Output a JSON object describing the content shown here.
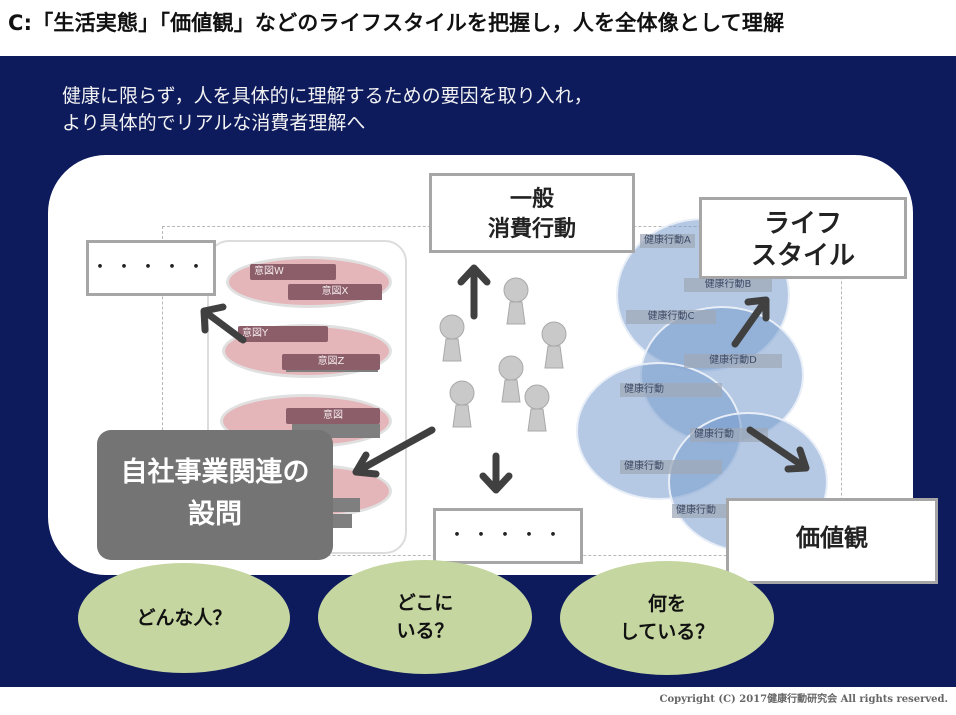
{
  "header": {
    "title": "C:「生活実態」「価値観」などのライフスタイルを把握し，人を全体像として理解"
  },
  "subtitle": {
    "line1": "健康に限らず，人を具体的に理解するための要因を取り入れ，",
    "line2": "より具体的でリアルな消費者理解へ"
  },
  "boxes": {
    "left_dots": "・・・・・",
    "general": "一般\n消費行動",
    "lifestyle": "ライフ\nスタイル",
    "bottom_dots": "・・・・・",
    "values": "価値観"
  },
  "intent_tags": [
    "意図W",
    "意図X",
    "意図Y",
    "意図Z",
    "意図"
  ],
  "company_question": {
    "line1": "自社事業関連の",
    "line2": "設問"
  },
  "health_tags": [
    "健康行動A",
    "健康行動B",
    "健康行動C",
    "健康行動D",
    "健康行動",
    "健康行動",
    "健康行動",
    "健康行動"
  ],
  "questions": [
    {
      "text": "どんな人？"
    },
    {
      "text": "どこに\nいる？"
    },
    {
      "text": "何を\nしている？"
    }
  ],
  "footer": {
    "copyright": "Copyright (C) 2017健康行動研究会 All rights reserved."
  },
  "colors": {
    "navy": "#0d1a5c",
    "intent_ellipse": "#e3b2b6",
    "health_circle": "#789ccd",
    "question_oval": "#c5d6a0",
    "company_box": "#747474"
  }
}
